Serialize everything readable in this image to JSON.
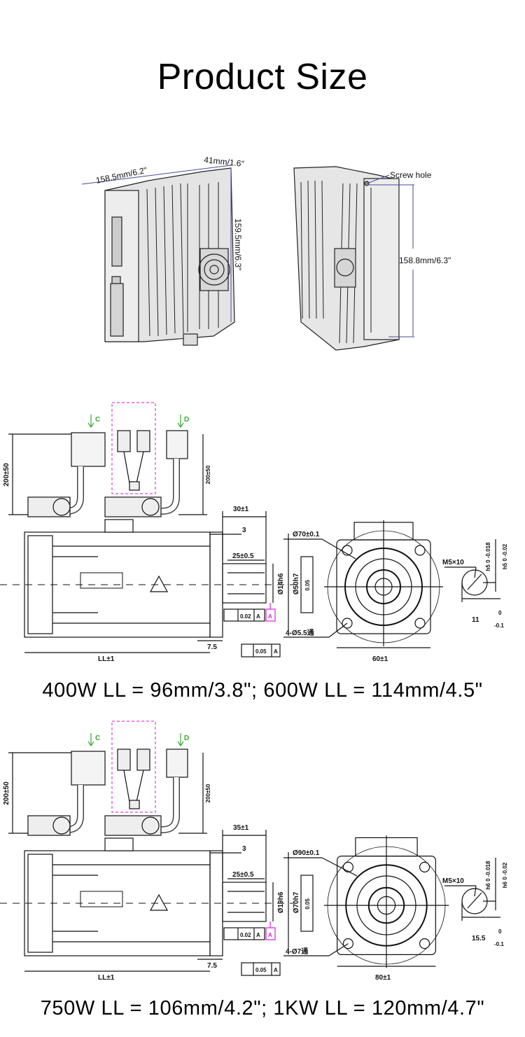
{
  "title": "Product Size",
  "driver": {
    "depth_label": "158.5mm/6.2\"",
    "width_label": "41mm/1.6\"",
    "height_label": "159.5mm/6.3\"",
    "screw_hole_label": "Screw hole",
    "hole_spacing_label": "158.8mm/6.3\""
  },
  "motors": [
    {
      "caption": "400W LL = 96mm/3.8\"; 600W LL = 114mm/4.5\"",
      "cable_length": "200±50",
      "cable_length_right": "200±50",
      "connector_c": "C",
      "connector_d": "D",
      "shaft_length": "30±1",
      "flange_thickness": "3",
      "key_length": "25±0.5",
      "shaft_diameter": "Ø14h6",
      "spigot_diameter": "Ø50h7",
      "runout": "0.02",
      "coaxiality": "0.05",
      "datum": "A",
      "spigot_height": "7.5",
      "perpendicularity": "0.05",
      "body_length": "LL±1",
      "pcd": "Ø70±0.1",
      "mount_holes": "4-Ø5.5通",
      "flange_size": "60±1",
      "tap_thread": "M5×10",
      "key_width": "h5 0 -0.018",
      "key_height": "h5 0 -0.02",
      "shaft_flat": "11",
      "flat_tol_upper": "0",
      "flat_tol_lower": "-0.1"
    },
    {
      "caption": "750W LL = 106mm/4.2\"; 1KW LL = 120mm/4.7\"",
      "cable_length": "200±50",
      "cable_length_right": "200±50",
      "connector_c": "C",
      "connector_d": "D",
      "shaft_length": "35±1",
      "flange_thickness": "3",
      "key_length": "25±0.5",
      "shaft_diameter": "Ø19h6",
      "spigot_diameter": "Ø70h7",
      "runout": "0.02",
      "coaxiality": "0.05",
      "datum": "A",
      "spigot_height": "7.5",
      "perpendicularity": "0.05",
      "body_length": "LL±1",
      "pcd": "Ø90±0.1",
      "mount_holes": "4-Ø7通",
      "flange_size": "80±1",
      "tap_thread": "M5×10",
      "key_width": "h6 0 -0.018",
      "key_height": "h6 0 -0.02",
      "shaft_flat": "15.5",
      "flat_tol_upper": "0",
      "flat_tol_lower": "-0.1"
    }
  ],
  "colors": {
    "dimension_line": "#4a4a9a",
    "datum_marker": "#e020e0",
    "line": "#111111"
  }
}
